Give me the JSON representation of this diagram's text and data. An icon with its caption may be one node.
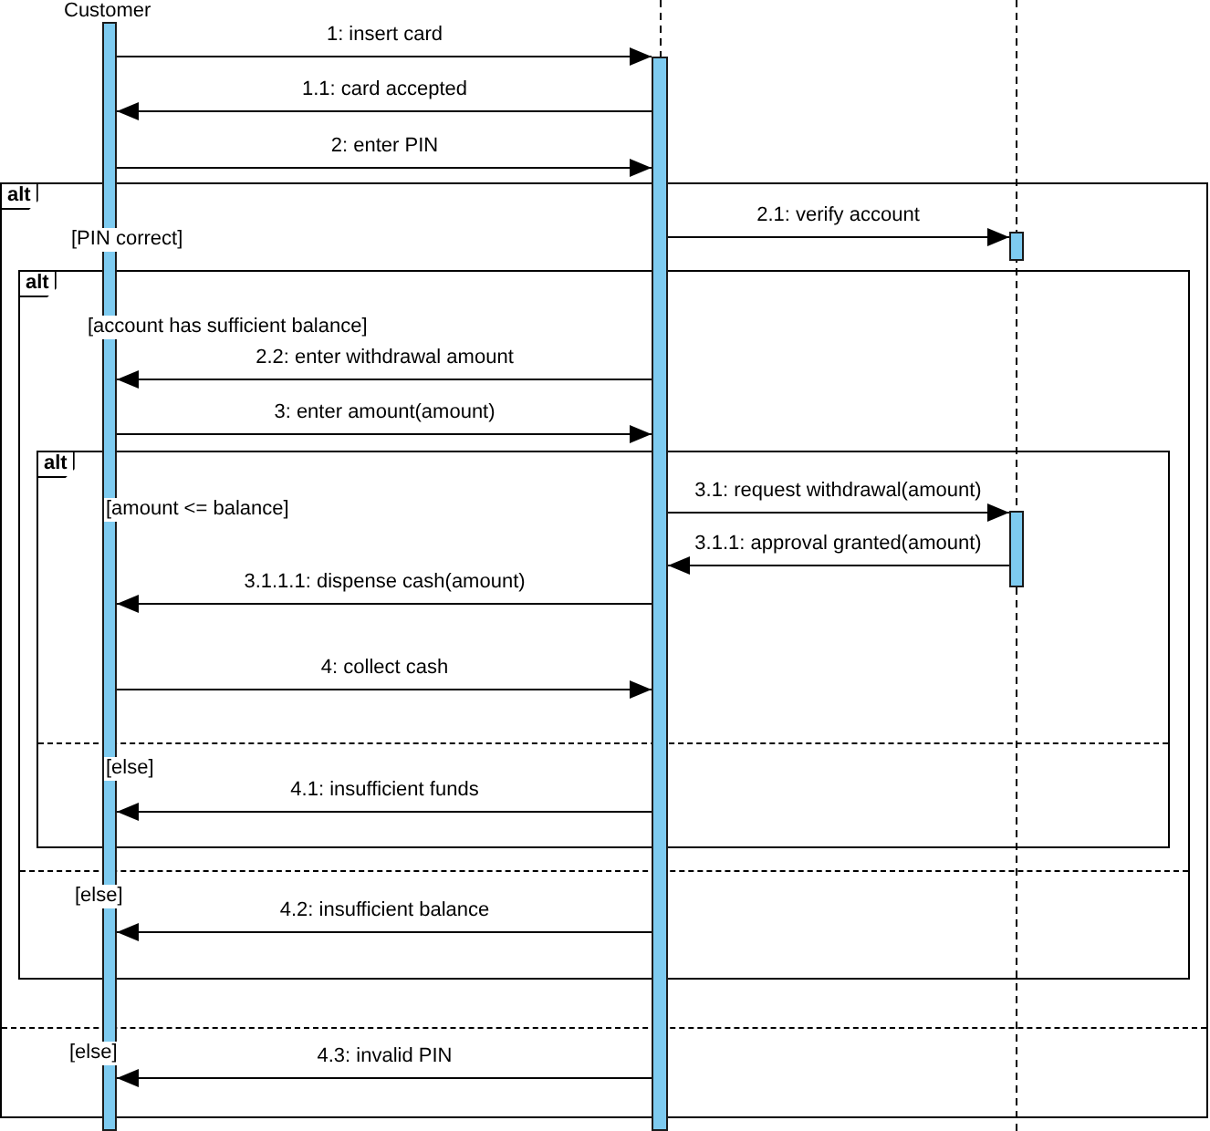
{
  "diagram": {
    "nodes": [
      {
        "text": [
          "Customer"
        ]
      },
      {
        "text": [],
        "shape": "bar"
      },
      {
        "text": [],
        "shape": "bar"
      },
      {
        "text": [],
        "shape": "bar",
        "in": 4
      },
      {
        "text": [
          "alt",
          "[PIN correct]",
          "[else]"
        ]
      },
      {
        "text": [
          "alt",
          "[account has sufficient balance]",
          "[else]"
        ],
        "in": 4
      },
      {
        "text": [
          "alt",
          "[amount <= balance]",
          "[else]"
        ],
        "in": 5
      },
      {
        "text": [],
        "shape": "bar",
        "in": 6
      }
    ],
    "edges": [
      {
        "from": 1,
        "to": 2,
        "arrow": "to",
        "label": "1: insert card"
      },
      {
        "from": 2,
        "to": 1,
        "arrow": "to",
        "label": "1.1: card accepted"
      },
      {
        "from": 1,
        "to": 2,
        "arrow": "to",
        "label": "2: enter PIN"
      },
      {
        "from": 2,
        "to": 3,
        "arrow": "to",
        "label": "2.1: verify account"
      },
      {
        "from": 2,
        "to": 1,
        "arrow": "to",
        "label": "2.2: enter withdrawal amount"
      },
      {
        "from": 1,
        "to": 2,
        "arrow": "to",
        "label": "3: enter amount(amount)"
      },
      {
        "from": 2,
        "to": 7,
        "arrow": "to",
        "label": "3.1: request withdrawal(amount)"
      },
      {
        "from": 7,
        "to": 2,
        "arrow": "to",
        "label": "3.1.1: approval granted(amount)"
      },
      {
        "from": 2,
        "to": 1,
        "arrow": "to",
        "label": "3.1.1.1: dispense cash(amount)"
      },
      {
        "from": 1,
        "to": 2,
        "arrow": "to",
        "label": "4: collect cash"
      },
      {
        "from": 2,
        "to": 1,
        "arrow": "to",
        "label": "4.1: insufficient funds"
      },
      {
        "from": 2,
        "to": 1,
        "arrow": "to",
        "label": "4.2: insufficient balance"
      },
      {
        "from": 2,
        "to": 1,
        "arrow": "to",
        "label": "4.3: invalid PIN"
      }
    ]
  }
}
